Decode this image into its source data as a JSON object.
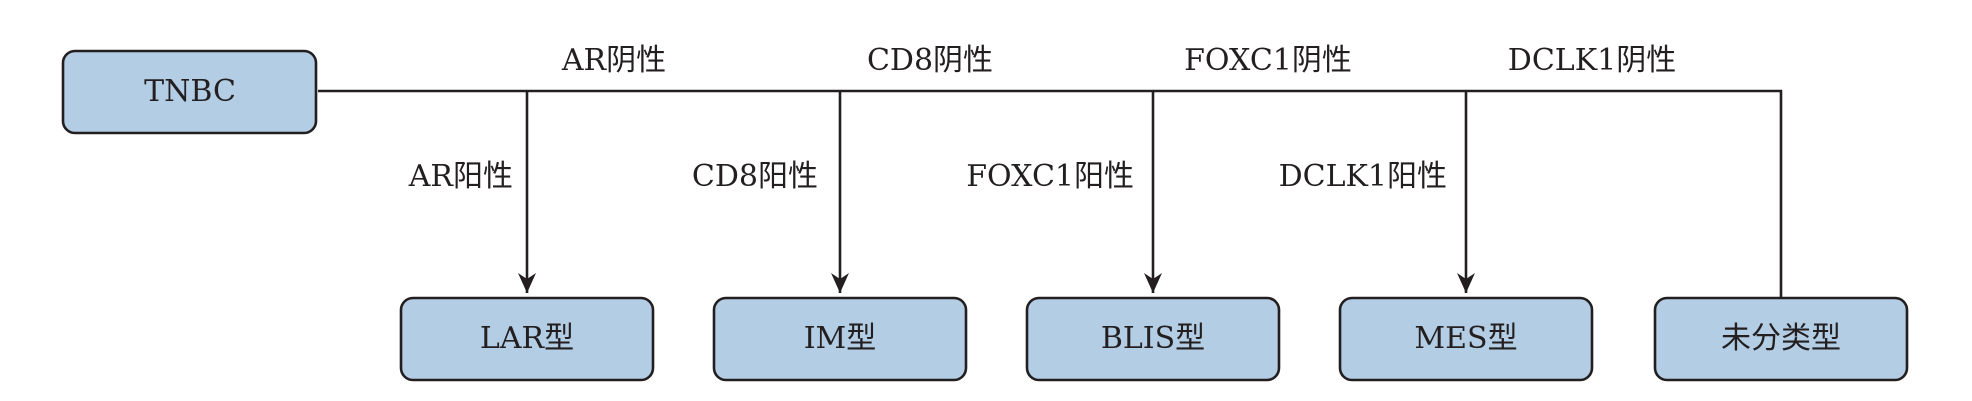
{
  "root": {
    "label": "TNBC"
  },
  "negative_labels": [
    "AR阴性",
    "CD8阴性",
    "FOXC1阴性",
    "DCLK1阴性"
  ],
  "positive_labels": [
    "AR阳性",
    "CD8阳性",
    "FOXC1阳性",
    "DCLK1阳性"
  ],
  "subtypes": [
    "LAR型",
    "IM型",
    "BLIS型",
    "MES型",
    "未分类型"
  ],
  "colors": {
    "box_fill": "#b3cde4",
    "stroke": "#231f20"
  }
}
